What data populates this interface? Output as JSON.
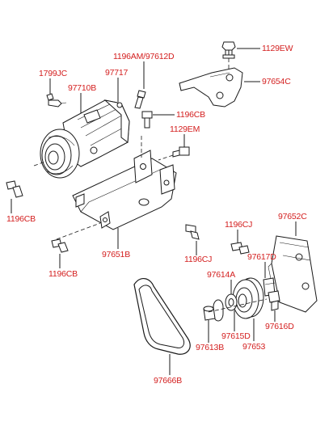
{
  "labels": {
    "l_1129EW": "1129EW",
    "l_97654C": "97654C",
    "l_1196AM_97612D": "1196AM/97612D",
    "l_97717": "97717",
    "l_1799JC": "1799JC",
    "l_97710B": "97710B",
    "l_1196CB_a": "1196CB",
    "l_1129EM": "1129EM",
    "l_1196CB_b": "1196CB",
    "l_97651B": "97651B",
    "l_1196CB_c": "1196CB",
    "l_1196CJ_a": "1196CJ",
    "l_1196CJ_b": "1196CJ",
    "l_97652C": "97652C",
    "l_97617D": "97617D",
    "l_97614A": "97614A",
    "l_97615D": "97615D",
    "l_97616D": "97616D",
    "l_97613B": "97613B",
    "l_97653": "97653",
    "l_97666B": "97666B"
  },
  "colors": {
    "label": "#d42020",
    "line": "#1a1a1a"
  }
}
